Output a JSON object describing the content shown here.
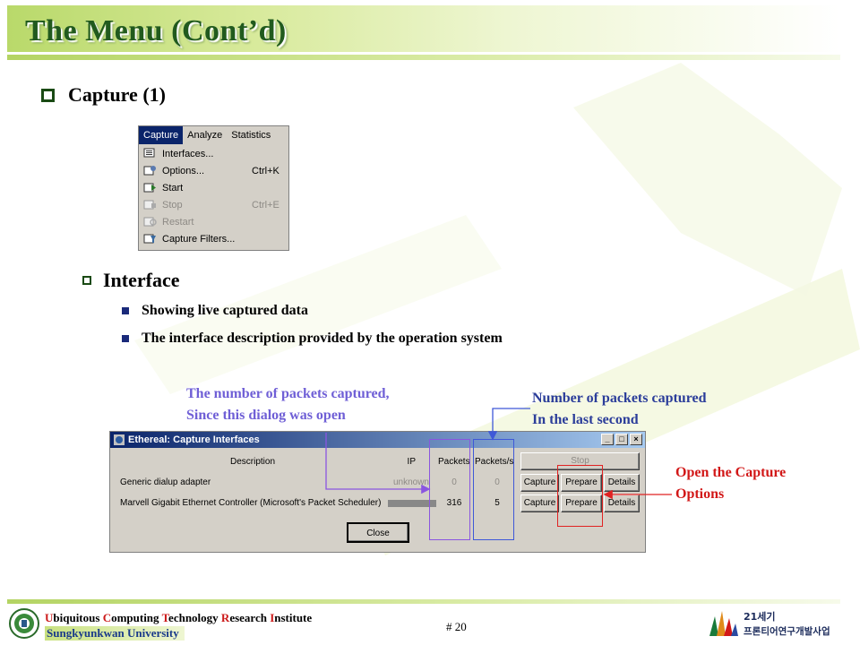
{
  "slide": {
    "title": "The Menu (Cont’d)",
    "heading": "Capture (1)",
    "sub_heading": "Interface",
    "bullets": [
      "Showing live captured data",
      "The interface description provided by the operation system"
    ]
  },
  "menu": {
    "bar": [
      "Capture",
      "Analyze",
      "Statistics"
    ],
    "items": [
      {
        "label": "Interfaces...",
        "shortcut": "",
        "icon": "interfaces-icon",
        "enabled": true
      },
      {
        "label": "Options...",
        "shortcut": "Ctrl+K",
        "icon": "options-icon",
        "enabled": true
      },
      {
        "label": "Start",
        "shortcut": "",
        "icon": "start-icon",
        "enabled": true
      },
      {
        "label": "Stop",
        "shortcut": "Ctrl+E",
        "icon": "stop-icon",
        "enabled": false
      },
      {
        "label": "Restart",
        "shortcut": "",
        "icon": "restart-icon",
        "enabled": false
      },
      {
        "label": "Capture Filters...",
        "shortcut": "",
        "icon": "capture-filters-icon",
        "enabled": true
      }
    ]
  },
  "annotations": {
    "packets_captured": [
      "The number of packets captured,",
      "Since this dialog was open"
    ],
    "packets_last_second": [
      "Number of packets captured",
      "In the last second"
    ],
    "open_options": [
      "Open the Capture",
      "Options"
    ]
  },
  "dialog": {
    "title": "Ethereal: Capture Interfaces",
    "columns": {
      "description": "Description",
      "ip": "IP",
      "packets": "Packets",
      "packets_s": "Packets/s"
    },
    "stop_label": "Stop",
    "rows": [
      {
        "description": "Generic dialup adapter",
        "ip": "unknown",
        "packets": "0",
        "packets_s": "0"
      },
      {
        "description": "Marvell Gigabit Ethernet Controller (Microsoft's Packet Scheduler)",
        "ip": "",
        "packets": "316",
        "packets_s": "5"
      }
    ],
    "row_buttons": {
      "capture": "Capture",
      "prepare": "Prepare",
      "details": "Details"
    },
    "close_label": "Close"
  },
  "footer": {
    "inst_parts": [
      "U",
      "biquitous ",
      "C",
      "omputing ",
      "T",
      "echnology ",
      "R",
      "esearch ",
      "I",
      "nstitute"
    ],
    "university": "Sungkyunkwan University",
    "page_number": "# 20",
    "logo_line1": "21세기",
    "logo_line2": "프론티어연구개발사업"
  },
  "colors": {
    "title_text": "#215a1e",
    "annotation_purple": "#6f5fd6",
    "annotation_blue": "#2b3d9a",
    "annotation_red": "#d21818"
  }
}
